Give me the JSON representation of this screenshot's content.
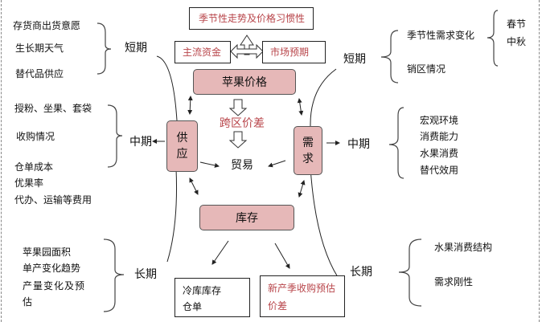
{
  "top": {
    "seasonal_box": "季节性走势及价格习惯性",
    "capital_box": "主流资金",
    "expectation_box": "市场预期",
    "price_node": "苹果价格",
    "spread_label": "跨区价差",
    "trade_label": "贸易"
  },
  "supply": {
    "node": [
      "供",
      "应"
    ],
    "short_term": {
      "label": "短期",
      "items": [
        "存货商出货意愿",
        "生长期天气",
        "替代品供应"
      ]
    },
    "mid_term": {
      "label": "中期",
      "items": [
        "授粉、坐果、套袋",
        "收购情况",
        "仓单成本"
      ],
      "extra_items": [
        "优果率",
        "代办、运输等费用"
      ]
    },
    "long_term": {
      "label": "长期",
      "items": [
        "苹果园面积",
        "单产变化趋势",
        "产量变化及预",
        "估"
      ]
    }
  },
  "demand": {
    "node": [
      "需",
      "求"
    ],
    "short_term": {
      "label": "短期",
      "items": [
        "季节性需求变化",
        "销区情况"
      ],
      "sub_items": [
        "春节",
        "中秋"
      ]
    },
    "mid_term": {
      "label": "中期",
      "items": [
        "宏观环境",
        "消费能力",
        "水果消费",
        "替代效用"
      ]
    },
    "long_term": {
      "label": "长期",
      "items": [
        "水果消费结构",
        "需求刚性"
      ]
    }
  },
  "inventory": {
    "node": "库存",
    "cold_storage_box": [
      "冷库库存",
      "仓单"
    ],
    "new_season_box": [
      "新产季收购预估",
      "价差"
    ]
  },
  "colors": {
    "node_fill": "#e6b8b8",
    "accent_text": "#b8454a"
  }
}
